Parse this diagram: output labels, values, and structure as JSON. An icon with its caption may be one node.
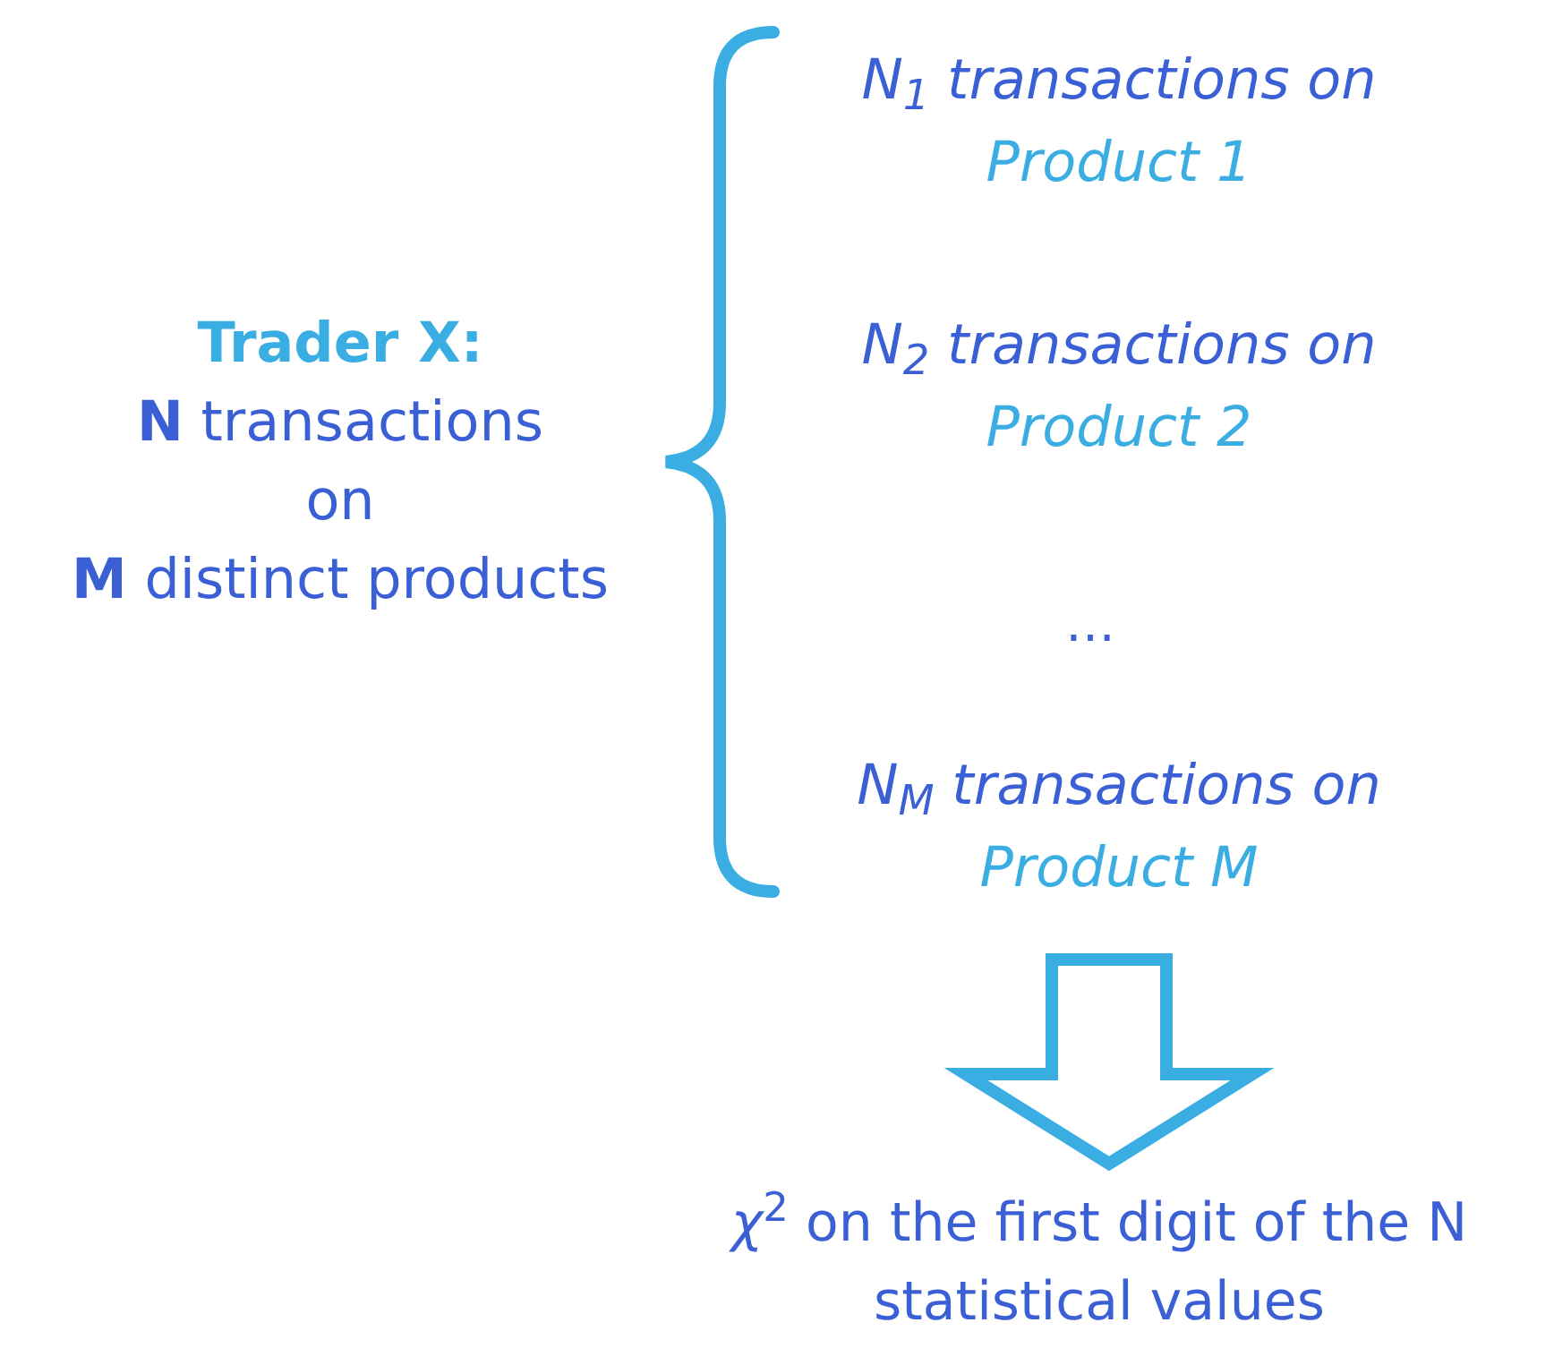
{
  "diagram": {
    "nodes": [
      {
        "text": [
          "Trader X:",
          "**N** transactions",
          "on",
          "**M** distinct products"
        ]
      },
      {
        "text": [
          "N$_{1}$ transactions on",
          "Product 1"
        ]
      },
      {
        "text": [
          "N$_{2}$ transactions on",
          "Product 2"
        ]
      },
      {
        "text": [
          "N$_{M}$ transactions on",
          "Product M"
        ]
      },
      {
        "text": [
          "*χ*$^{2}$ on the first digit of the N statistical values"
        ]
      }
    ],
    "edges": [
      {
        "from": 3,
        "to": 4,
        "arrow": "to",
        "style": "thick"
      }
    ],
    "labels": [
      "…"
    ]
  }
}
